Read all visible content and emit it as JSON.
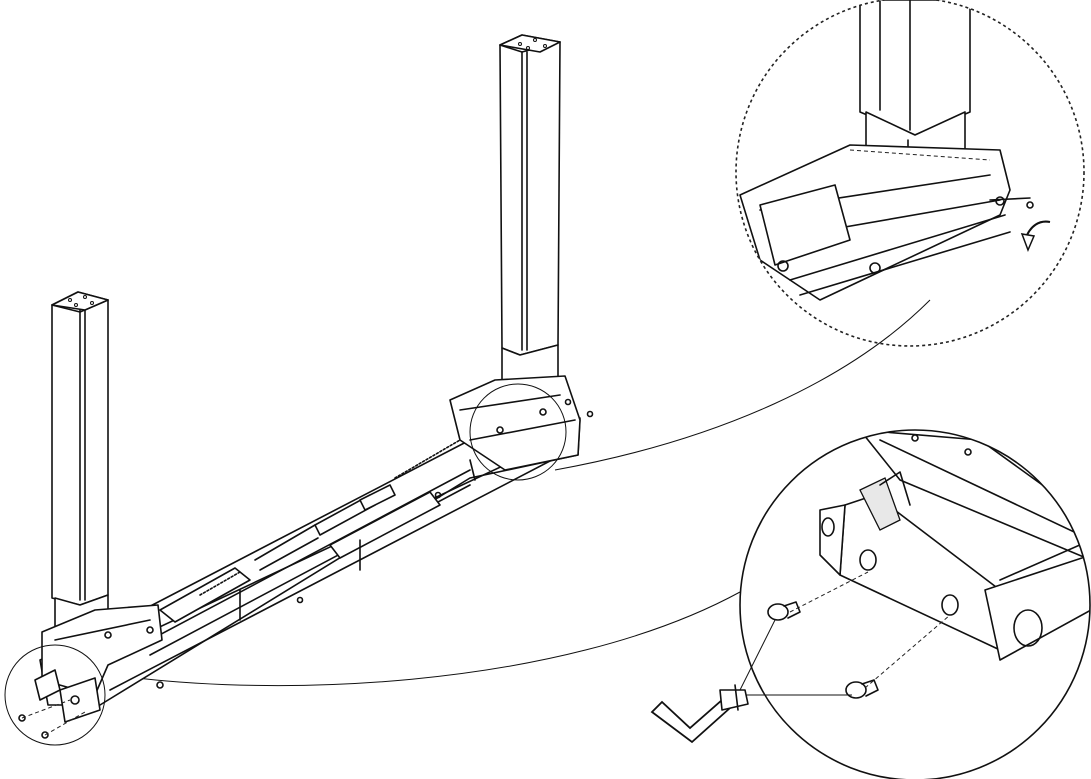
{
  "figure": {
    "kind": "assembly-instruction-illustration",
    "parts": {
      "left_leg": "table-leg-column",
      "right_leg": "table-leg-column",
      "frame": "telescopic-crossbar-frame",
      "screw": "hex-socket-screw",
      "tool": "allen-key-icon",
      "rotation": "clockwise-arrow-icon"
    },
    "callouts": [
      "detail-top-right",
      "detail-bottom-right"
    ]
  }
}
